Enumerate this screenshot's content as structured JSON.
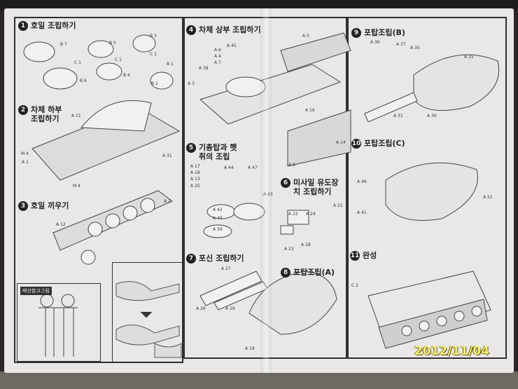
{
  "steps": [
    {
      "num": "1",
      "title": "호일 조립하기"
    },
    {
      "num": "2",
      "title": "차체 하부 조립하기"
    },
    {
      "num": "3",
      "title": "호일 끼우기"
    },
    {
      "num": "4",
      "title": "차체 상부 조립하기"
    },
    {
      "num": "5",
      "title": "기총탑과 햇취의 조립"
    },
    {
      "num": "6",
      "title": "미사일 유도장치 조립하기"
    },
    {
      "num": "7",
      "title": "포신 조립하기"
    },
    {
      "num": "8",
      "title": "포탑조립(A)"
    },
    {
      "num": "9",
      "title": "포탑조립(B)"
    },
    {
      "num": "10",
      "title": "포탑조립(C)"
    },
    {
      "num": "11",
      "title": "완성"
    }
  ],
  "parts": [
    "B 7",
    "B 5",
    "B 3",
    "C 1",
    "C 1",
    "C 1",
    "B 6",
    "B 4",
    "B 1",
    "B 2",
    "M 4",
    "A 11",
    "A 1",
    "A 2",
    "A 31",
    "M 4",
    "A 12",
    "A 45",
    "A 38",
    "A 3",
    "A 6",
    "A 4",
    "A 7",
    "A 5",
    "A 16",
    "A 14",
    "A 8",
    "A 17",
    "A 18",
    "A 13",
    "A 25",
    "A 44",
    "A 47",
    "A 42",
    "A 43",
    "A 40",
    "A 39",
    "A 22",
    "A 24",
    "A 21",
    "A 28",
    "A 23",
    "A 27",
    "A 26",
    "A 29",
    "A 19",
    "A 36",
    "A 37",
    "A 35",
    "A 15",
    "A 31",
    "A 30",
    "A 46",
    "A 41",
    "A 51",
    "C 2"
  ],
  "inset_title": "배선참고그림",
  "date_stamp": "2012/11/04"
}
